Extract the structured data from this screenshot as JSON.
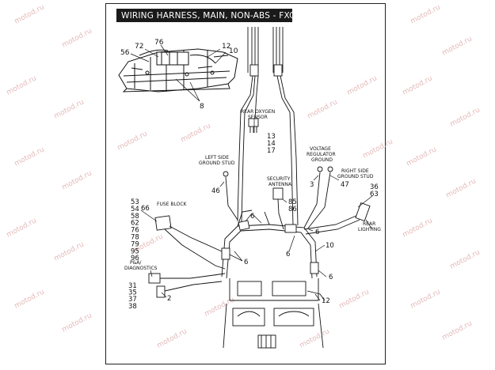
{
  "title": "WIRING HARNESS, MAIN, NON-ABS - FXCWC",
  "watermark": "motod.ru",
  "callouts": {
    "rear_oxygen_sensor": [
      "REAR OXYGEN",
      "SENSOR"
    ],
    "left_ground": [
      "LEFT SIDE",
      "GROUND STUD"
    ],
    "voltage_regulator": [
      "VOLTAGE",
      "REGULATOR",
      "GROUND"
    ],
    "right_ground": [
      "RIGHT SIDE",
      "GROUND STUD"
    ],
    "security_antenna": [
      "SECURITY",
      "ANTENNA"
    ],
    "fuse_block": [
      "FUSE BLOCK"
    ],
    "rear_lighting": [
      "REAR",
      "LIGHTING"
    ],
    "pa_diagnostics": [
      "P&A/",
      "DIAGNOSTICS"
    ]
  },
  "numbers": {
    "n72": "72",
    "n76": "76",
    "n56": "56",
    "n12a": "12",
    "n10a": "10",
    "n8": "8",
    "n13": "13",
    "n14": "14",
    "n17": "17",
    "n46": "46",
    "n3": "3",
    "n47": "47",
    "n36": "36",
    "n63": "63",
    "n85": "85",
    "n86": "86",
    "n6a": "6",
    "n6b": "6",
    "n6c": "6",
    "n6d": "6",
    "n6e": "6",
    "n10b": "10",
    "n12b": "12",
    "n2": "2",
    "fuse_list": [
      "53",
      "54",
      "58",
      "62",
      "76",
      "78",
      "79",
      "95",
      "96"
    ],
    "n66": "66",
    "diag_list": [
      "31",
      "35",
      "37",
      "38"
    ]
  }
}
